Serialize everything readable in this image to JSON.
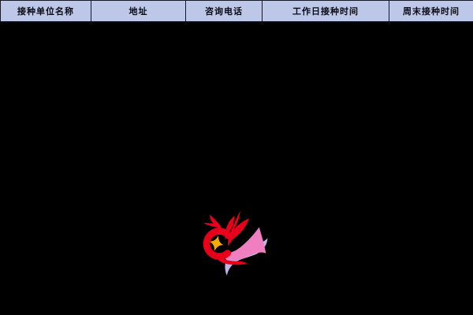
{
  "page": {
    "background_color": "#000000"
  },
  "table": {
    "header": {
      "bg_color": "#bdc7e8",
      "border_color": "#141828",
      "text_color": "#0a0a14",
      "columns": [
        {
          "label": "接种单位名称"
        },
        {
          "label": "地址"
        },
        {
          "label": "咨询电话"
        },
        {
          "label": "工作日接种时间"
        },
        {
          "label": "周末接种时间"
        }
      ]
    },
    "rows": []
  },
  "logo": {
    "icon": "phoenix-bird-logo",
    "colors": {
      "body_red": "#e8001a",
      "wing_pink": "#f07fc1",
      "wing_lavender": "#c0b4e4",
      "star_gold": "#f9a800"
    }
  }
}
